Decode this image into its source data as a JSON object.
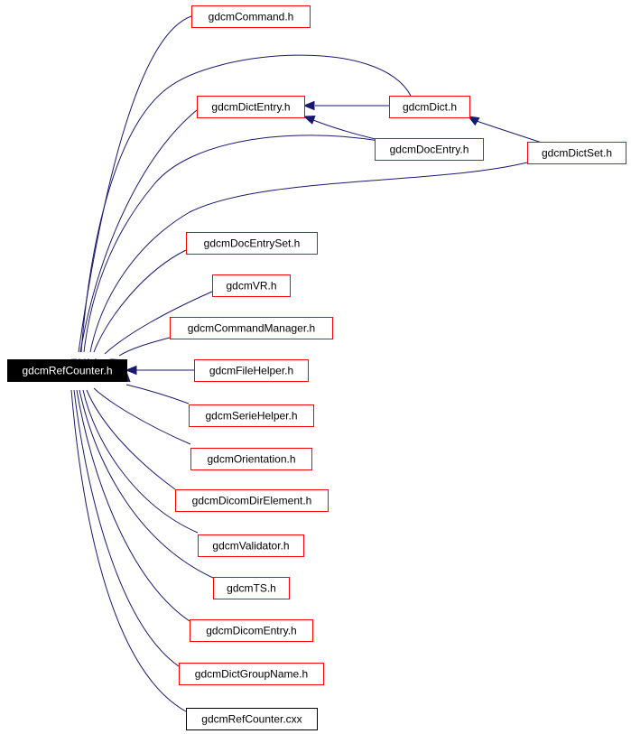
{
  "diagram": {
    "root": {
      "id": "root",
      "label": "gdcmRefCounter.h"
    },
    "nodes": [
      {
        "id": "command",
        "label": "gdcmCommand.h",
        "border": "#ff0000"
      },
      {
        "id": "dictentry",
        "label": "gdcmDictEntry.h",
        "border": "#ff0000"
      },
      {
        "id": "dict",
        "label": "gdcmDict.h",
        "border": "#ff0000"
      },
      {
        "id": "docentry",
        "label": "gdcmDocEntry.h",
        "border": "#ff0000"
      },
      {
        "id": "dictset",
        "label": "gdcmDictSet.h",
        "border": "#ff0000"
      },
      {
        "id": "docentryset",
        "label": "gdcmDocEntrySet.h",
        "border": "#ff0000"
      },
      {
        "id": "vr",
        "label": "gdcmVR.h",
        "border": "#ff0000"
      },
      {
        "id": "commandmanager",
        "label": "gdcmCommandManager.h",
        "border": "#ff0000"
      },
      {
        "id": "filehelper",
        "label": "gdcmFileHelper.h",
        "border": "#ff0000"
      },
      {
        "id": "seriehelper",
        "label": "gdcmSerieHelper.h",
        "border": "#ff0000"
      },
      {
        "id": "orientation",
        "label": "gdcmOrientation.h",
        "border": "#ff0000"
      },
      {
        "id": "dicomdirelement",
        "label": "gdcmDicomDirElement.h",
        "border": "#ff0000"
      },
      {
        "id": "validator",
        "label": "gdcmValidator.h",
        "border": "#ff0000"
      },
      {
        "id": "ts",
        "label": "gdcmTS.h",
        "border": "#ff0000"
      },
      {
        "id": "dicomentry",
        "label": "gdcmDicomEntry.h",
        "border": "#ff0000"
      },
      {
        "id": "dictgroupname",
        "label": "gdcmDictGroupName.h",
        "border": "#ff0000"
      },
      {
        "id": "refcountercxx",
        "label": "gdcmRefCounter.cxx",
        "border": "#000000"
      }
    ],
    "edges": [
      {
        "from": "command",
        "to": "root"
      },
      {
        "from": "dictentry",
        "to": "root"
      },
      {
        "from": "dict",
        "to": "root"
      },
      {
        "from": "docentry",
        "to": "root"
      },
      {
        "from": "dictset",
        "to": "root"
      },
      {
        "from": "docentryset",
        "to": "root"
      },
      {
        "from": "vr",
        "to": "root"
      },
      {
        "from": "commandmanager",
        "to": "root"
      },
      {
        "from": "filehelper",
        "to": "root"
      },
      {
        "from": "seriehelper",
        "to": "root"
      },
      {
        "from": "orientation",
        "to": "root"
      },
      {
        "from": "dicomdirelement",
        "to": "root"
      },
      {
        "from": "validator",
        "to": "root"
      },
      {
        "from": "ts",
        "to": "root"
      },
      {
        "from": "dicomentry",
        "to": "root"
      },
      {
        "from": "dictgroupname",
        "to": "root"
      },
      {
        "from": "refcountercxx",
        "to": "root"
      },
      {
        "from": "dict",
        "to": "dictentry"
      },
      {
        "from": "docentry",
        "to": "dictentry"
      },
      {
        "from": "dictset",
        "to": "dict"
      }
    ],
    "colors": {
      "edge": "#191970",
      "root_fill": "#000000",
      "root_text": "#ffffff",
      "node_fill": "#ffffff",
      "node_text": "#000000"
    }
  }
}
